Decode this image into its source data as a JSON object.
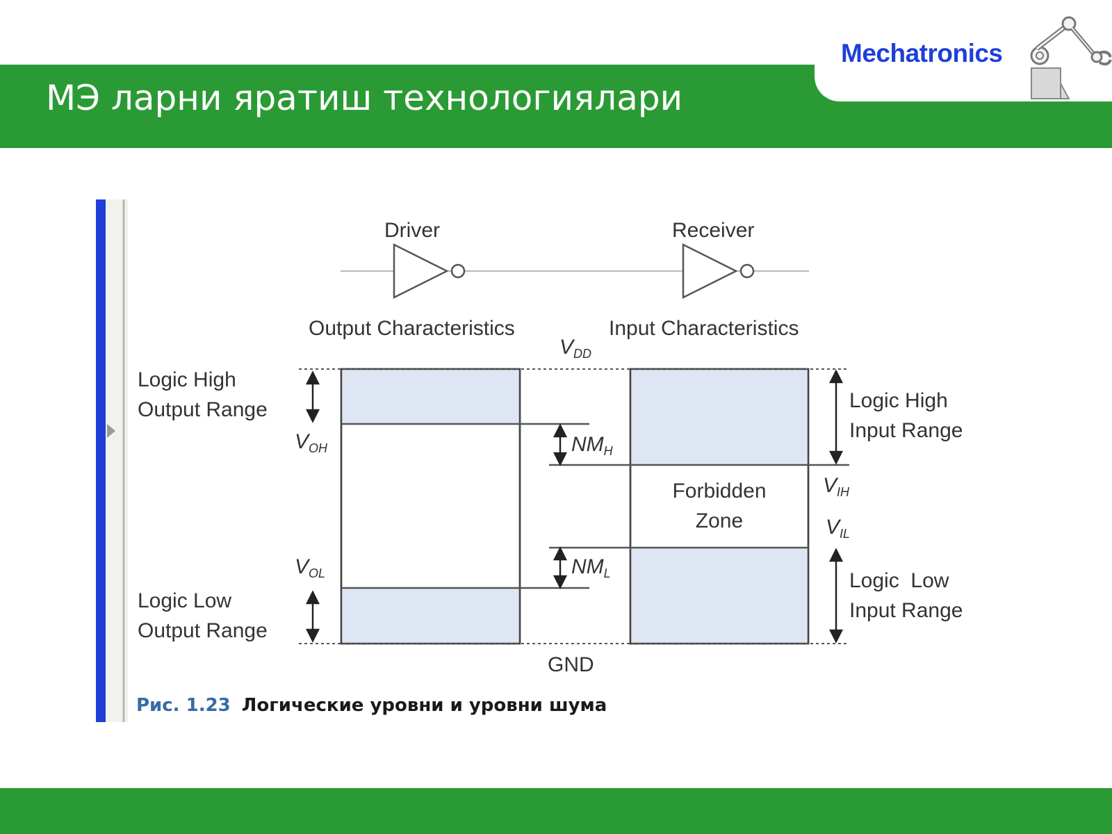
{
  "slide": {
    "title": "МЭ ларни яратиш технологиялари",
    "brand": "Mechatronics"
  },
  "diagram": {
    "driver": "Driver",
    "receiver": "Receiver",
    "output_characteristics": "Output Characteristics",
    "input_characteristics": "Input Characteristics",
    "vdd": {
      "main": "V",
      "sub": "DD"
    },
    "voh": {
      "main": "V",
      "sub": "OH"
    },
    "vol": {
      "main": "V",
      "sub": "OL"
    },
    "vih": {
      "main": "V",
      "sub": "IH"
    },
    "vil": {
      "main": "V",
      "sub": "IL"
    },
    "nmh": {
      "main": "NM",
      "sub": "H"
    },
    "nml": {
      "main": "NM",
      "sub": "L"
    },
    "gnd": "GND",
    "logic_high_output_1": "Logic High",
    "logic_high_output_2": "Output Range",
    "logic_low_output_1": "Logic Low",
    "logic_low_output_2": "Output Range",
    "logic_high_input_1": "Logic High",
    "logic_high_input_2": "Input Range",
    "logic_low_input_1": "Logic  Low",
    "logic_low_input_2": "Input Range",
    "forbidden_1": "Forbidden",
    "forbidden_2": "Zone",
    "colors": {
      "range_fill": "#dde6f2",
      "line": "#444444",
      "accent_bar": "#1f3fd8"
    }
  },
  "caption": {
    "number": "Рис. 1.23",
    "text": "Логические уровни и уровни шума"
  }
}
